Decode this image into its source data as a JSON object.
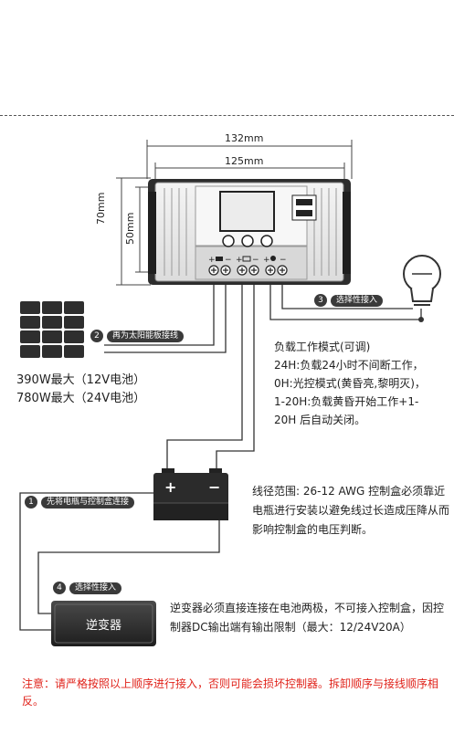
{
  "dimensions": {
    "width_total": "132mm",
    "width_inner": "125mm",
    "height_total": "70mm",
    "height_inner": "50mm"
  },
  "controller": {
    "terminal_symbols": [
      "+",
      "−",
      "+",
      "−",
      "+",
      "−"
    ]
  },
  "steps": {
    "step1": {
      "number": "1",
      "label": "先将电瓶与控制盒连接"
    },
    "step2": {
      "number": "2",
      "label": "再为太阳能板接线"
    },
    "step3": {
      "number": "3",
      "label": "选择性接入"
    },
    "step4": {
      "number": "4",
      "label": "选择性接入"
    }
  },
  "solar": {
    "max_12v": "390W最大（12V电池）",
    "max_24v": "780W最大（24V电池）"
  },
  "load_mode": {
    "title": "负载工作模式(可调)",
    "lines": [
      "24H:负载24小时不间断工作，",
      "0H:光控模式(黄昏亮,黎明灭)，",
      "1-20H:负载黄昏开始工作+1-",
      "20H 后自动关闭。"
    ]
  },
  "battery": {
    "plus": "+",
    "minus": "−"
  },
  "wire_note": "线径范围: 26-12 AWG 控制盒必须靠近电瓶进行安装以避免线过长造成压降从而影响控制盒的电压判断。",
  "inverter": {
    "label": "逆变器",
    "note": "逆变器必须直接连接在电池两极，不可接入控制盒，因控制器DC输出端有输出限制（最大：12/24V20A）"
  },
  "warning": "注意：请严格按照以上顺序进行接入，否则可能会损坏控制器。拆卸顺序与接线顺序相反。",
  "colors": {
    "warning": "#e0231b",
    "dark": "#2b2b2b",
    "line": "#333333"
  }
}
